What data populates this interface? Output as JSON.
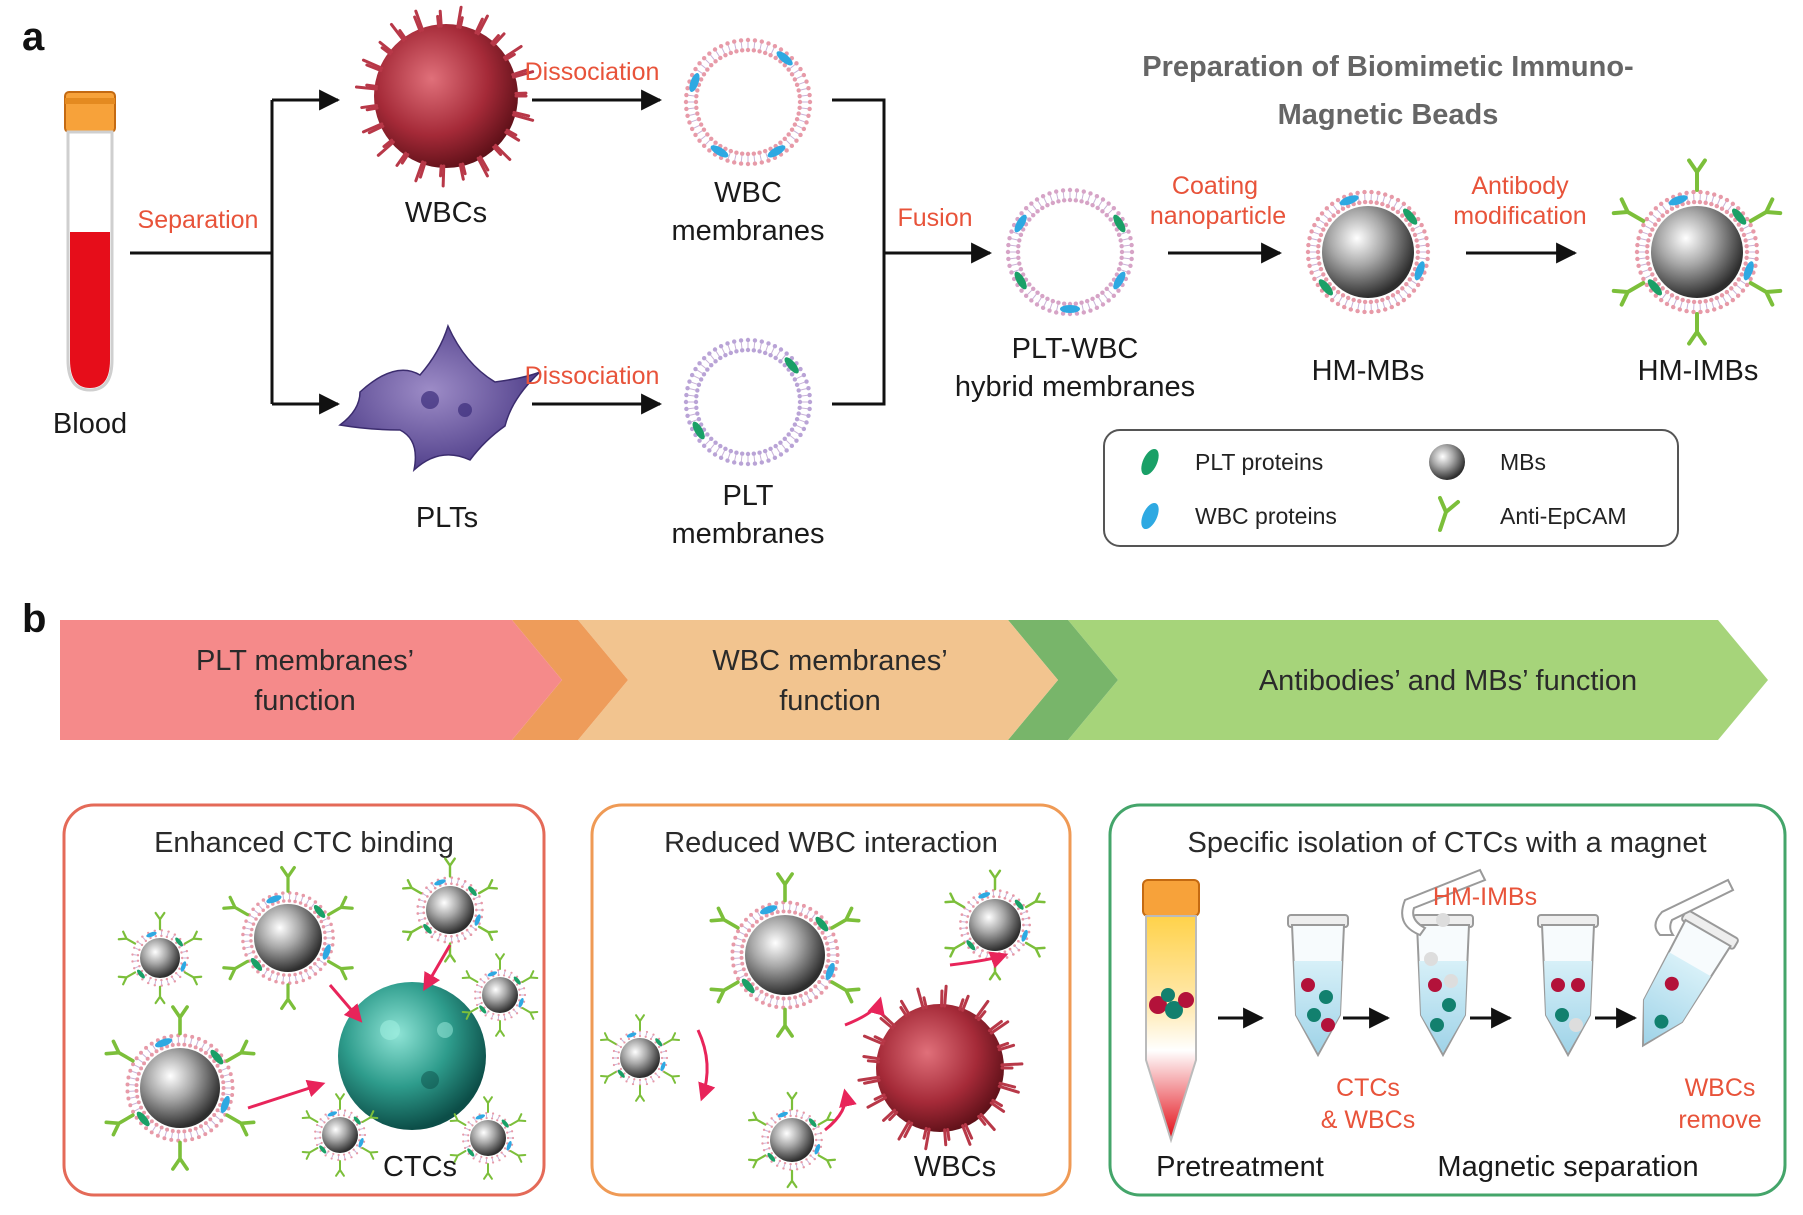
{
  "panel_a": {
    "letter": "a",
    "blood": "Blood",
    "separation": "Separation",
    "wbcs": "WBCs",
    "plts": "PLTs",
    "dissociation_top": "Dissociation",
    "dissociation_bottom": "Dissociation",
    "wbc_membranes_1": "WBC",
    "wbc_membranes_2": "membranes",
    "plt_membranes_1": "PLT",
    "plt_membranes_2": "membranes",
    "fusion": "Fusion",
    "hybrid_1": "PLT-WBC",
    "hybrid_2": "hybrid membranes",
    "coating_1": "Coating",
    "coating_2": "nanoparticle",
    "antibody_1": "Antibody",
    "antibody_2": "modification",
    "hm_mbs": "HM-MBs",
    "hm_imbs": "HM-IMBs",
    "title_1": "Preparation of Biomimetic Immuno-",
    "title_2": "Magnetic Beads",
    "legend": {
      "plt_proteins": "PLT proteins",
      "wbc_proteins": "WBC proteins",
      "mbs": "MBs",
      "anti_epcam": "Anti-EpCAM"
    }
  },
  "panel_b": {
    "letter": "b",
    "chevron_1_line1": "PLT membranes’",
    "chevron_1_line2": "function",
    "chevron_2_line1": "WBC membranes’",
    "chevron_2_line2": "function",
    "chevron_3": "Antibodies’ and MBs’ function",
    "box1_title": "Enhanced CTC binding",
    "box1_ctcs": "CTCs",
    "box2_title": "Reduced WBC interaction",
    "box2_wbcs": "WBCs",
    "box3_title": "Specific isolation of CTCs with a magnet",
    "box3_hm_imbs": "HM-IMBs",
    "box3_ctcs_1": "CTCs",
    "box3_ctcs_2": "& WBCs",
    "box3_wbcs_1": "WBCs",
    "box3_wbcs_2": "remove",
    "box3_pretreatment": "Pretreatment",
    "box3_magnetic": "Magnetic separation"
  },
  "colors": {
    "accent_red": "#e8533a",
    "chevron_pink": "#f58a8a",
    "chevron_tan": "#f2c48f",
    "chevron_green": "#a6d47a",
    "box1_border": "#e46a58",
    "box2_border": "#ef9a55",
    "box3_border": "#44a56a"
  }
}
